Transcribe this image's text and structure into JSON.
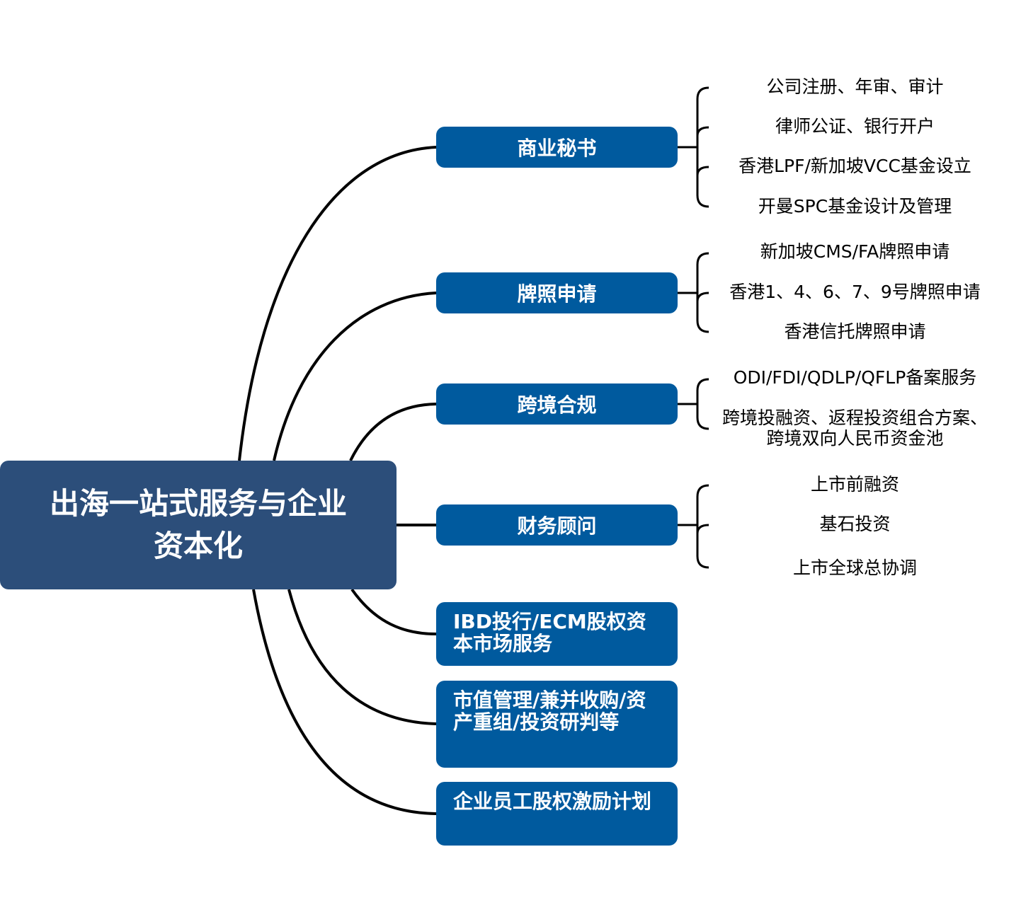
{
  "root": {
    "title": "出海一站式服务与企业资本化"
  },
  "branches": [
    {
      "label": "商业秘书",
      "items": [
        "公司注册、年审、审计",
        "律师公证、银行开户",
        "香港LPF/新加坡VCC基金设立",
        "开曼SPC基金设计及管理"
      ]
    },
    {
      "label": "牌照申请",
      "items": [
        "新加坡CMS/FA牌照申请",
        "香港1、4、6、7、9号牌照申请",
        "香港信托牌照申请"
      ]
    },
    {
      "label": "跨境合规",
      "items": [
        "ODI/FDI/QDLP/QFLP备案服务",
        "跨境投融资、返程投资组合方案、跨境双向人民币资金池"
      ]
    },
    {
      "label": "财务顾问",
      "items": [
        "上市前融资",
        "基石投资",
        "上市全球总协调"
      ]
    },
    {
      "label": "IBD投行/ECM股权资本市场服务",
      "items": []
    },
    {
      "label": "市值管理/兼并收购/资产重组/投资研判等",
      "items": []
    },
    {
      "label": "企业员工股权激励计划",
      "items": []
    }
  ],
  "colors": {
    "root": "#2c4e7a",
    "branch": "#005a9e",
    "connector": "#000000"
  }
}
